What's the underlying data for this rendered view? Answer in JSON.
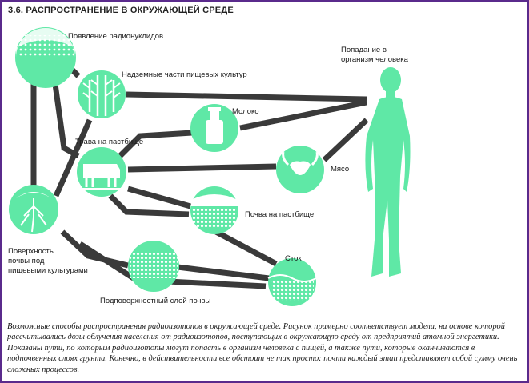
{
  "title": "3.6. РАСПРОСТРАНЕНИЕ В ОКРУЖАЮЩЕЙ СРЕДЕ",
  "nodes": {
    "radionuclides": "Появление радионуклидов",
    "crops": "Надземные части пищевых культур",
    "milk": "Молоко",
    "grass": "Трава на пастбище",
    "meat": "Мясо",
    "soil_pasture": "Почва на пастбище",
    "soil_surface_1": "Поверхность",
    "soil_surface_2": "почвы под",
    "soil_surface_3": "пищевыми культурами",
    "runoff": "Сток",
    "subsoil": "Подповерхностный слой почвы",
    "human_1": "Попадание в",
    "human_2": "организм человека"
  },
  "caption": "Возможные способы распространения радиоизотопов в окружающей среде. Рисунок примерно соответствует модели, на основе которой рассчитывались дозы облучения населения от радиоизотопов, поступающих в окружающую среду от предприятий атомной энергетики. Показаны пути, по которым радиоизотопы могут попасть в организм человека с пищей, а также пути, которые оканчиваются в подпочвенных слоях грунта. Конечно, в действительности все обстоит не так просто: почти каждый этап представляет собой сумму очень сложных процессов.",
  "colors": {
    "green": "#5fe8a6",
    "path": "#3a3a3a",
    "frame": "#5a2a8c"
  }
}
